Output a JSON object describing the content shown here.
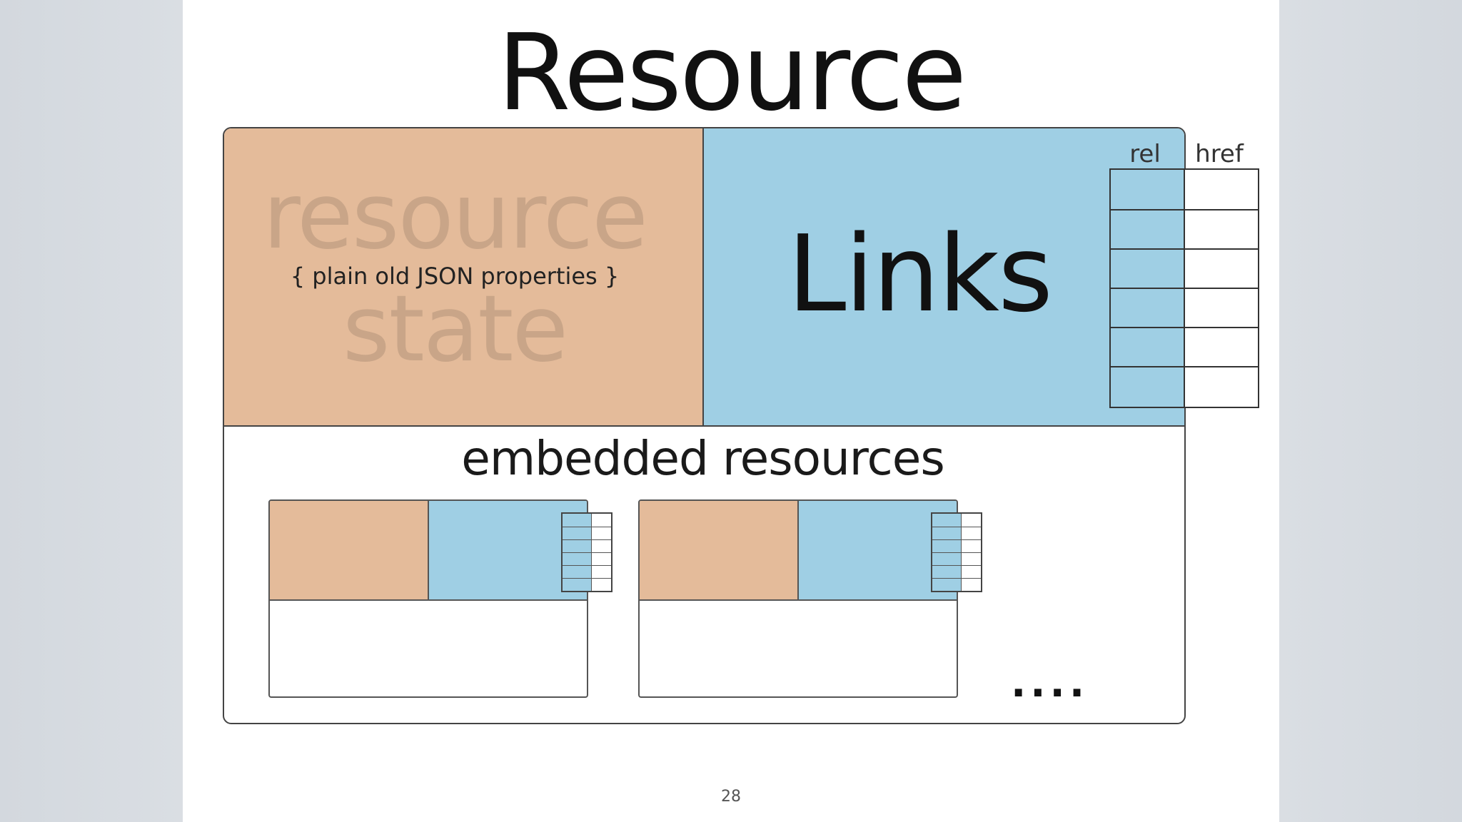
{
  "title": "Resource",
  "state": {
    "watermark_top": "resource",
    "watermark_bottom": "state",
    "subtitle": "{ plain old JSON properties }"
  },
  "links": {
    "label": "Links",
    "col_rel": "rel",
    "col_href": "href",
    "row_count": 6
  },
  "embedded": {
    "label": "embedded resources",
    "ellipsis": "...."
  },
  "page_number": "28",
  "colors": {
    "state": "#e4bb9a",
    "links": "#9fcfe4",
    "watermark": "#c9a588"
  }
}
